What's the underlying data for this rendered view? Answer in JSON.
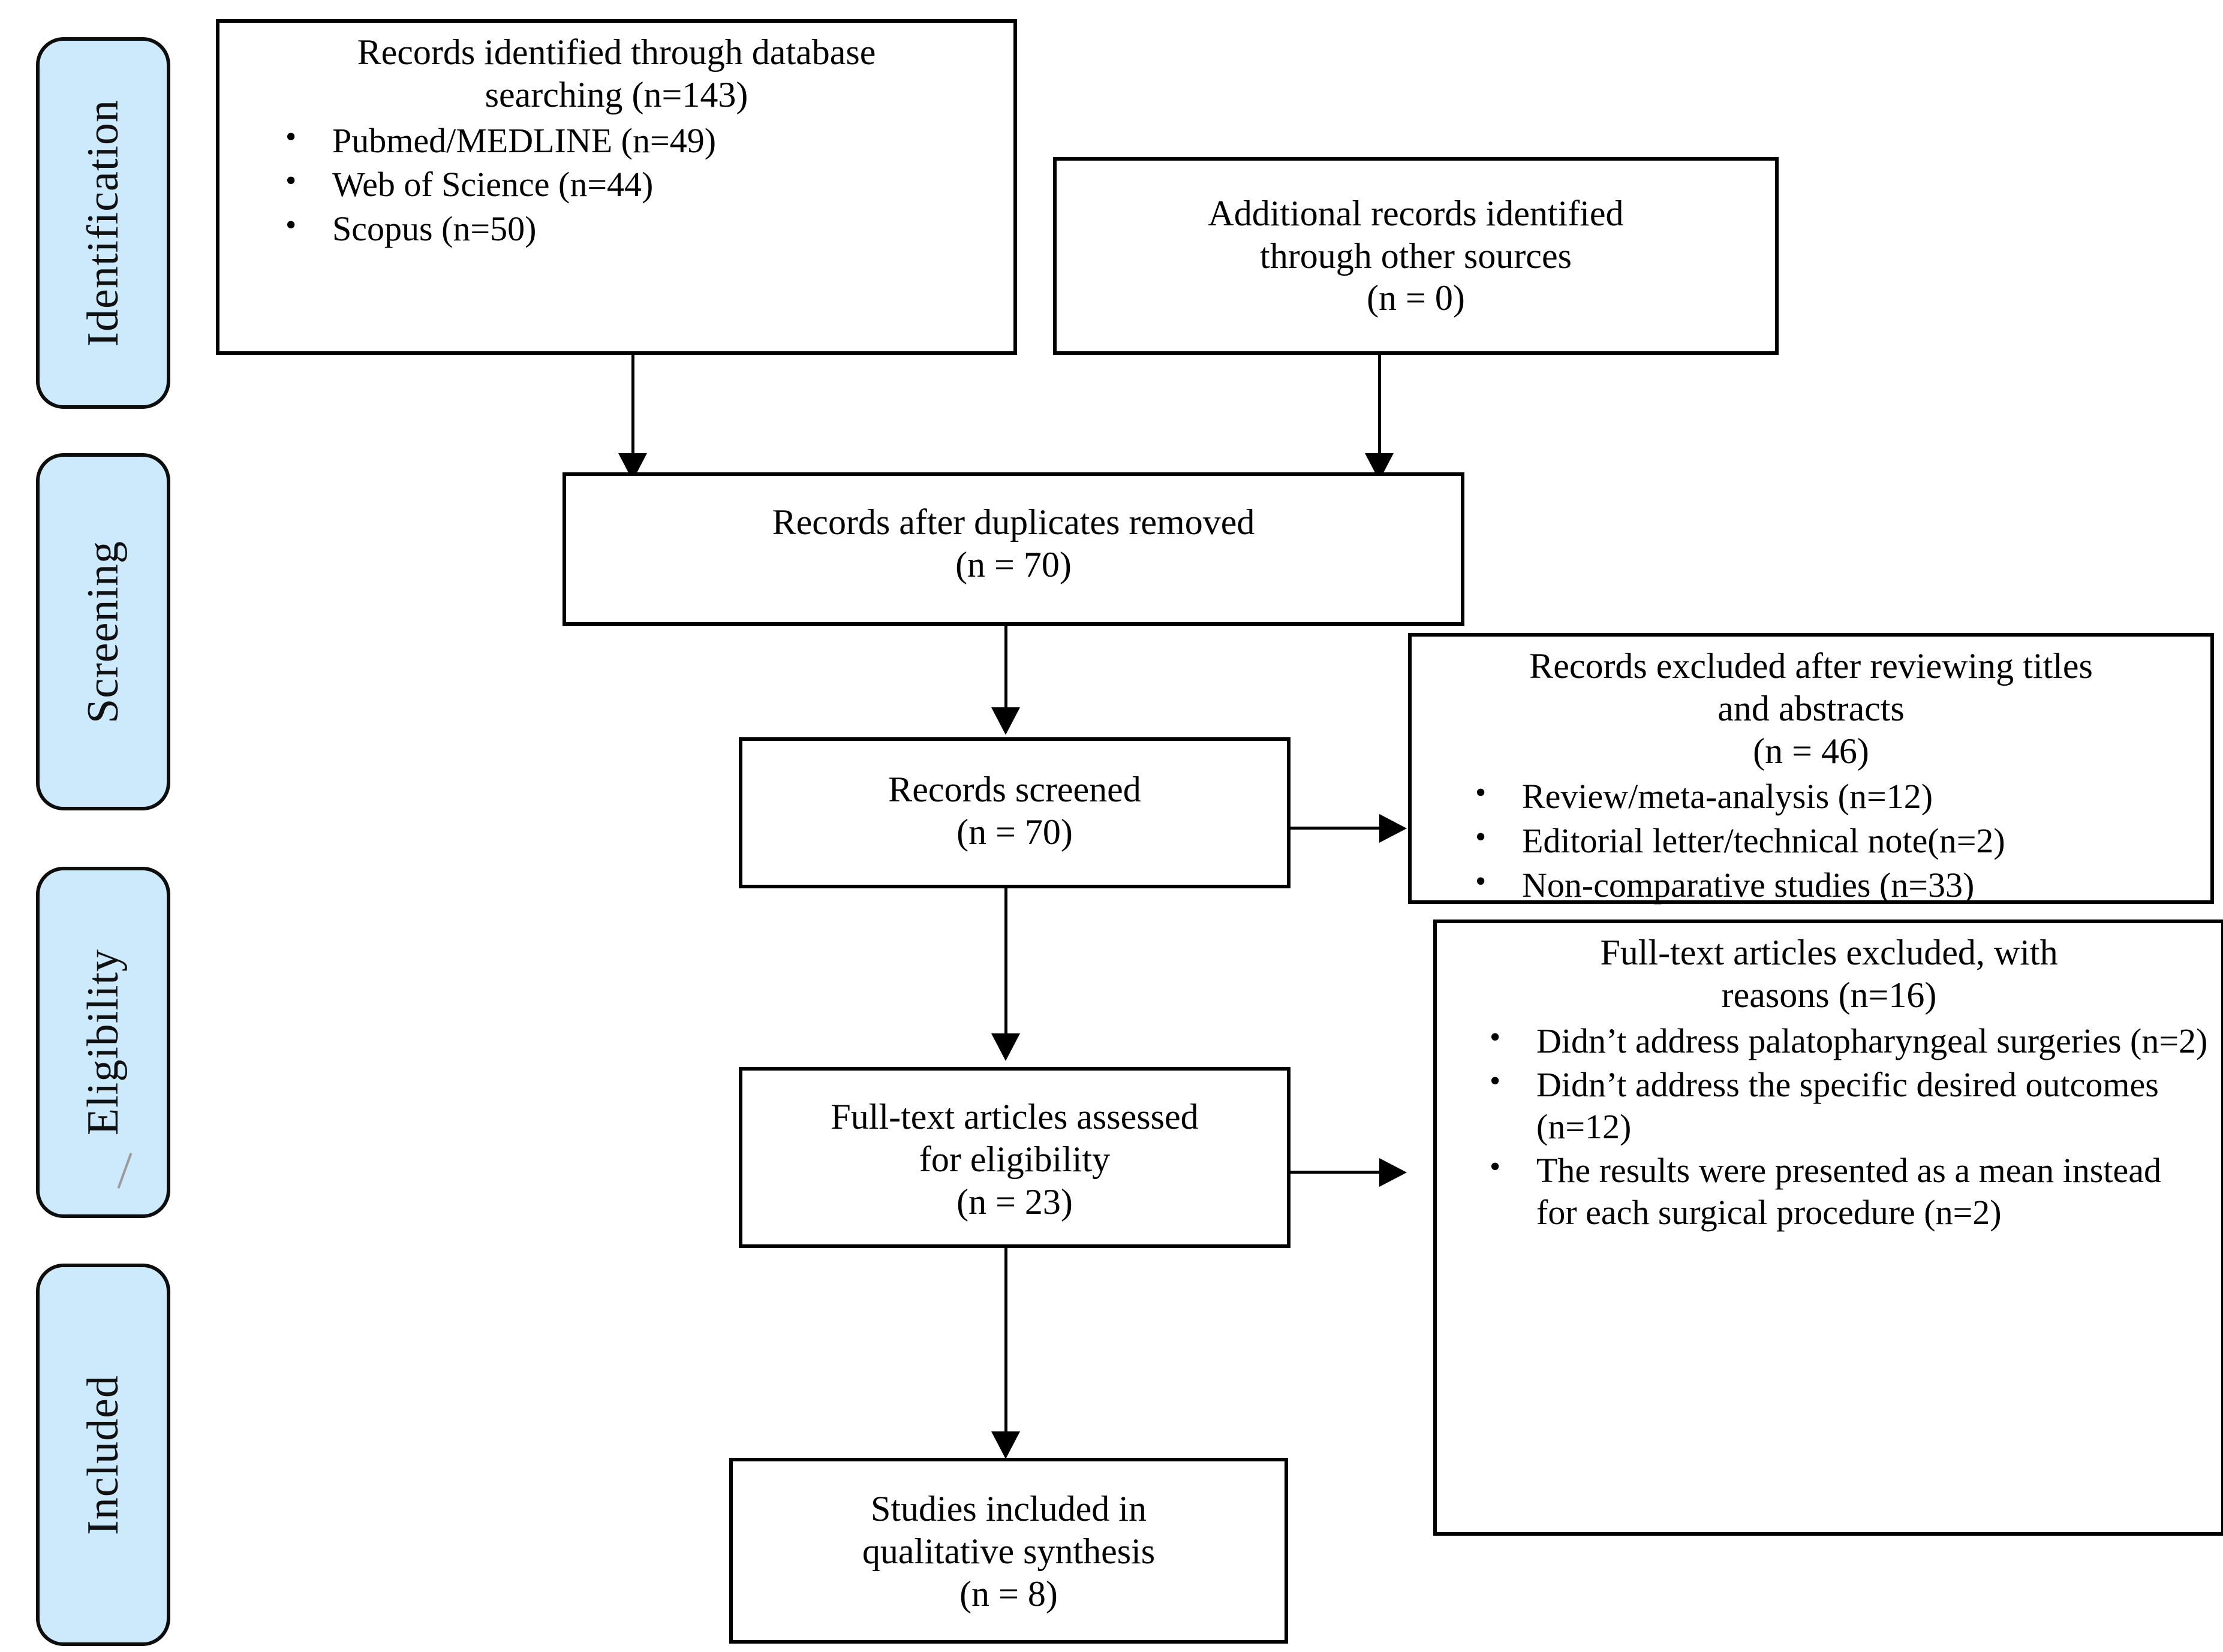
{
  "diagram": {
    "title": "PRISMA flow diagram",
    "accent_color": "#cceafc",
    "line_color": "#000000"
  },
  "phases": [
    {
      "label": "Identification"
    },
    {
      "label": "Screening"
    },
    {
      "label": "Eligibility"
    },
    {
      "label": "Included"
    }
  ],
  "boxes": {
    "identified_database": {
      "lines": [
        "Records identified through database",
        "searching (n=143)"
      ],
      "bullets": [
        "Pubmed/MEDLINE (n=49)",
        "Web of Science (n=44)",
        "Scopus  (n=50)"
      ]
    },
    "additional_records": {
      "lines": [
        "Additional records identified",
        "through other sources",
        "(n = 0)"
      ],
      "bullets": []
    },
    "duplicates_removed": {
      "lines": [
        "Records after duplicates removed",
        "(n = 70)"
      ],
      "bullets": []
    },
    "records_screened": {
      "lines": [
        "Records screened",
        "(n = 70)"
      ],
      "bullets": []
    },
    "records_excluded": {
      "lines": [
        "Records excluded after reviewing titles",
        "and abstracts",
        "(n = 46)"
      ],
      "bullets": [
        "Review/meta-analysis (n=12)",
        "Editorial letter/technical note(n=2)",
        "Non-comparative studies (n=33)"
      ]
    },
    "fulltext_assessed": {
      "lines": [
        "Full-text articles assessed",
        "for eligibility",
        "(n = 23)"
      ],
      "bullets": []
    },
    "fulltext_excluded": {
      "lines": [
        "Full-text articles excluded, with",
        "reasons (n=16)"
      ],
      "bullets": [
        "Didn’t address palatopharyngeal surgeries (n=2)",
        "Didn’t address the specific desired outcomes (n=12)",
        "The results were presented as a mean instead for each surgical procedure (n=2)"
      ]
    },
    "studies_included": {
      "lines": [
        "Studies included  in",
        "qualitative synthesis",
        "(n = 8)"
      ],
      "bullets": []
    }
  }
}
